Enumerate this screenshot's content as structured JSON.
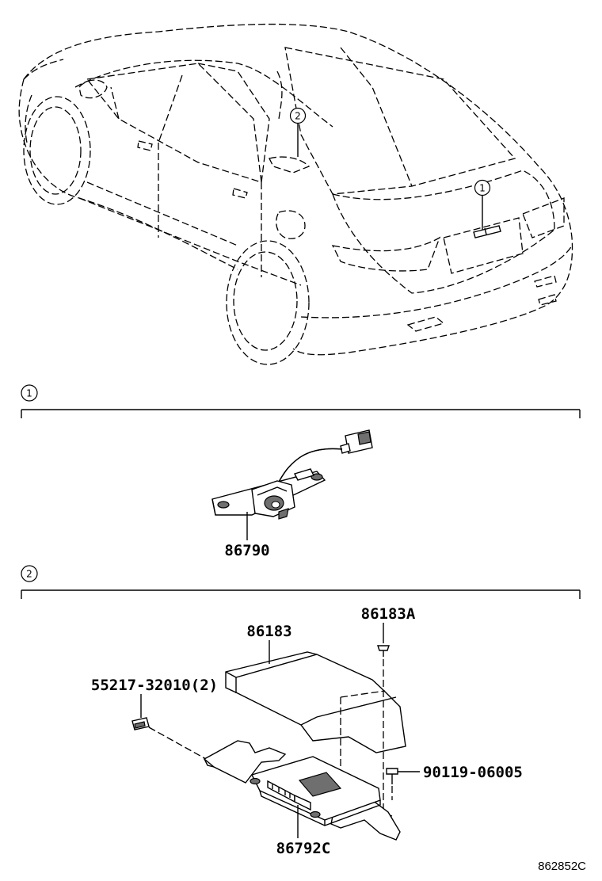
{
  "diagram": {
    "callouts": [
      {
        "id": "1",
        "label": "1"
      },
      {
        "id": "2",
        "label": "2"
      }
    ],
    "sections": [
      {
        "id": "1",
        "label": "1"
      },
      {
        "id": "2",
        "label": "2"
      }
    ],
    "parts": {
      "camera": "86790",
      "cover": "86183",
      "cover_clip": "86183A",
      "clip": "55217-32010(2)",
      "screw": "90119-06005",
      "ecu": "86792C"
    },
    "reference": "862852C"
  }
}
